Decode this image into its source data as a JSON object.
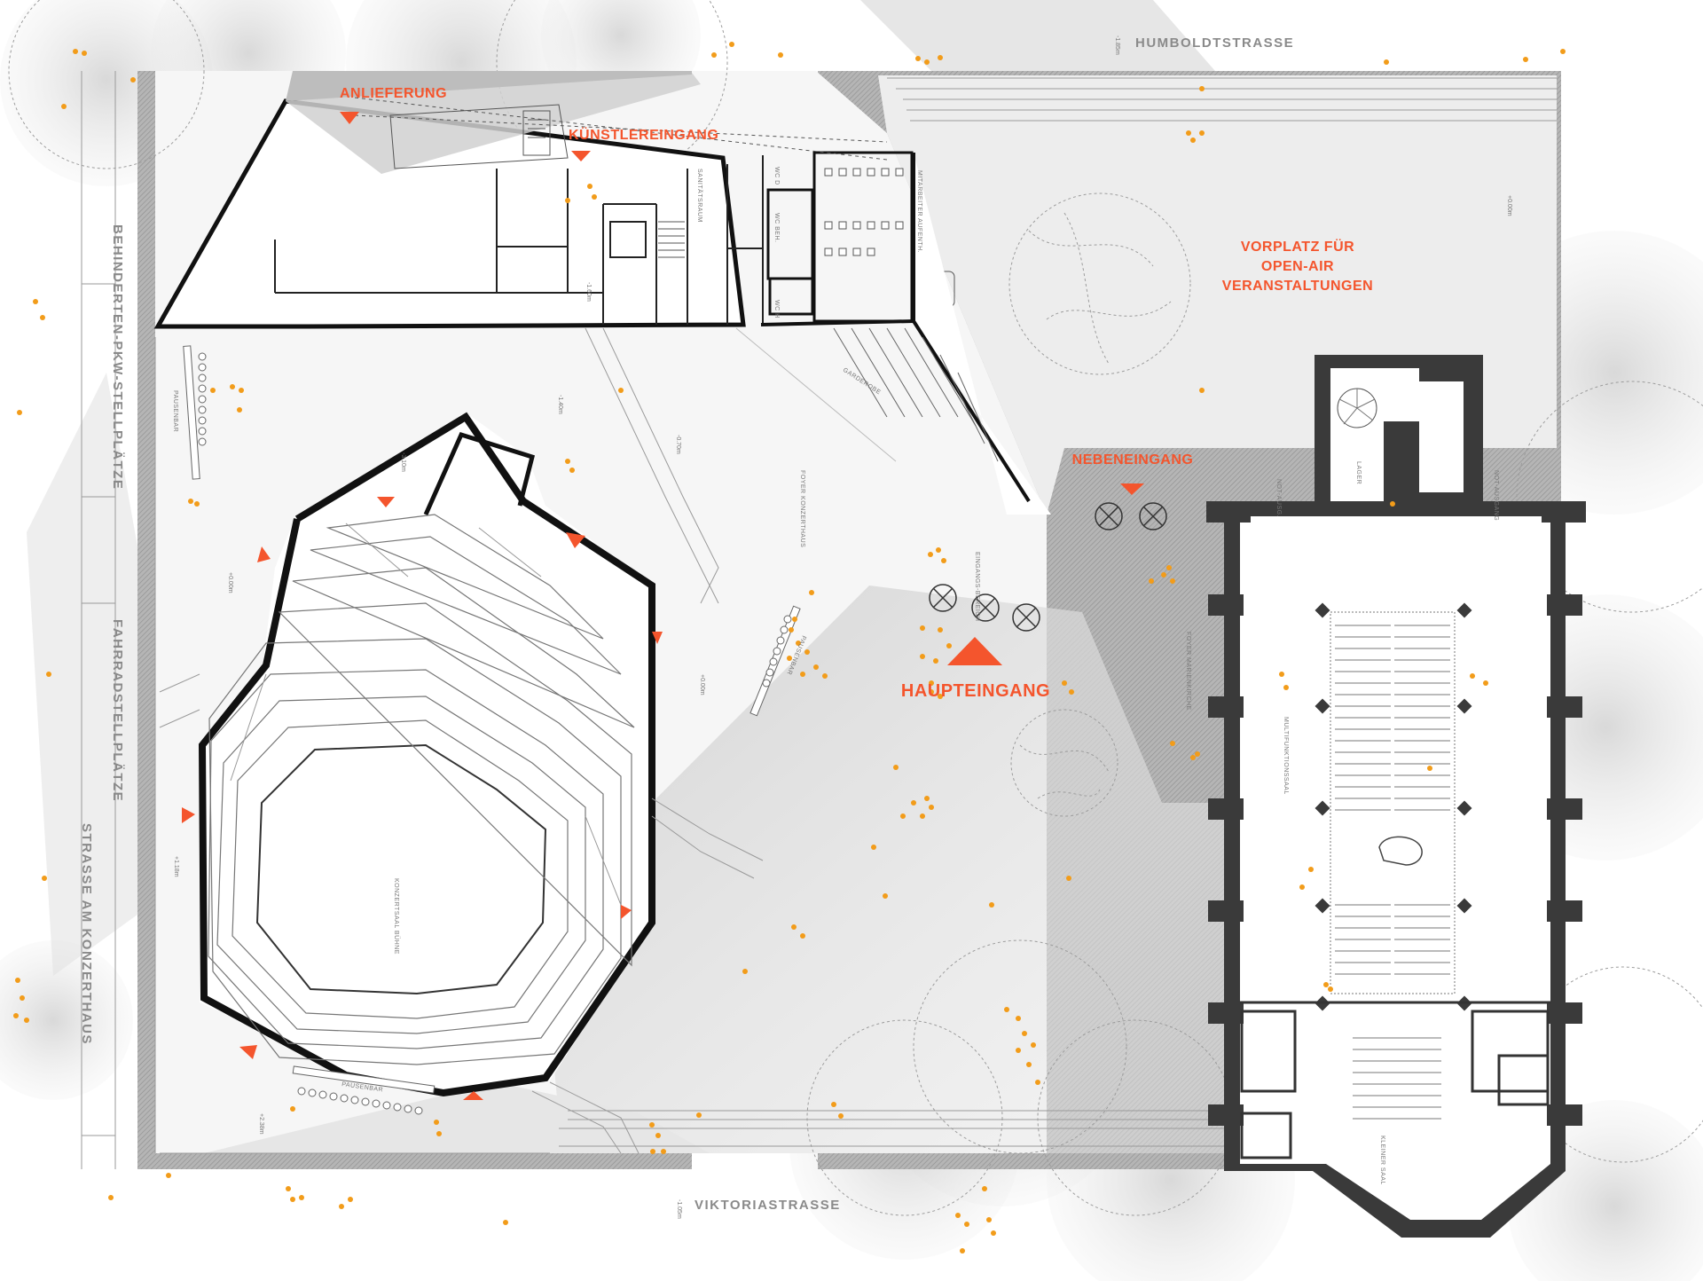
{
  "colors": {
    "accent": "#f4552d",
    "dot": "#f29c1a",
    "wall": "#111111",
    "church_wall": "#3a3a3a",
    "hatch": "#9a9a9a",
    "shade": "#d6d6d6",
    "street_text": "#8a8a8a"
  },
  "labels": {
    "anlieferung": "ANLIEFERUNG",
    "kuenstlereingang": "KÜNSTLEREINGANG",
    "vorplatz_1": "VORPLATZ FÜR",
    "vorplatz_2": "OPEN-AIR",
    "vorplatz_3": "VERANSTALTUNGEN",
    "nebeneingang": "NEBENEINGANG",
    "haupteingang": "HAUPTEINGANG"
  },
  "streets": {
    "humboldt": "HUMBOLDTSTRASSE",
    "viktoria": "VIKTORIASTRASSE",
    "behinderten": "BEHINDERTEN-PKW-STELLPLÄTZE",
    "fahrrad": "FAHRRADSTELLPLÄTZE",
    "konzerthaus_str": "STRASSE AM KONZERTHAUS"
  },
  "rooms": {
    "garderobe": "GARDEROBE",
    "foyer_konzerthaus": "FOYER KONZERTHAUS",
    "eingangsbereich": "EINGANGS-BEREICH",
    "pausenbar": "PAUSENBAR",
    "pausenbar_2": "PAUSENBAR",
    "pausenbar_3": "PAUSENBAR",
    "konzertsaal_buehne": "KONZERTSAAL BÜHNE",
    "multifunktionssaal": "MULTIFUNKTIONSSAAL",
    "foyer_marienkirche": "FOYER MARIENKIRCHE",
    "kleiner_saal": "KLEINER SAAL",
    "lager": "LAGER",
    "notausgang": "NOT-AUSG.",
    "notausgang_2": "NOT-AUSGANG",
    "sanitaetsraum": "SANITÄTSRAUM",
    "mitarbeiter": "MITARBEITER AUFENTH.",
    "wc_d": "WC D",
    "wc_h": "WC H",
    "wc_beh": "WC BEH."
  },
  "levels": {
    "l1": "+0.00m",
    "l2": "-1.60m",
    "l3": "-1.40m",
    "l4": "-0.70m",
    "l5": "-3.10m",
    "l6": "+0.00m",
    "l7": "+1.18m",
    "l8": "+2.38m",
    "l9": "-1.85m",
    "l10": "-1.05m",
    "l11": "+0.00m"
  }
}
